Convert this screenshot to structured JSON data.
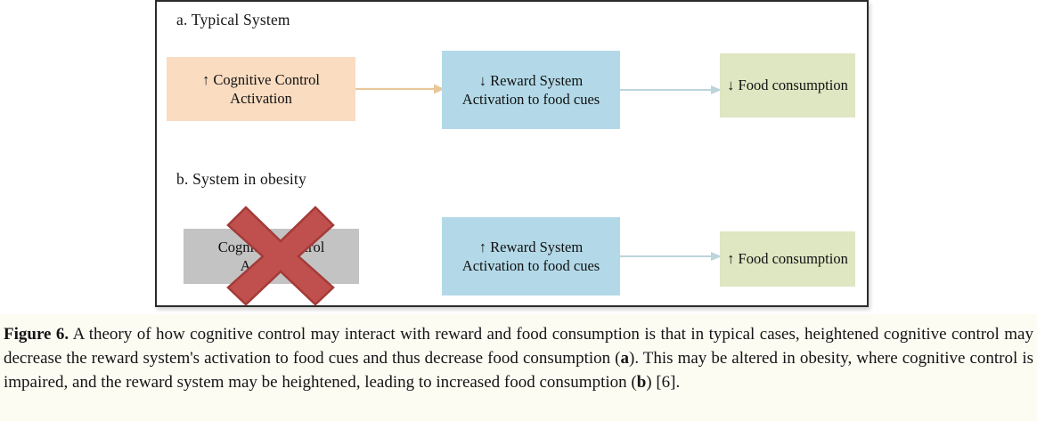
{
  "figure": {
    "label_a": "a. Typical System",
    "label_b": "b. System in obesity",
    "boxes": {
      "cc_typical": "↑ Cognitive Control Activation",
      "reward_typical": "↓ Reward System Activation to food cues",
      "food_typical": "↓ Food consumption",
      "cc_obesity": "Cognitive Control Activation",
      "reward_obesity": "↑ Reward System Activation to food cues",
      "food_obesity": "↑ Food consumption"
    },
    "colors": {
      "orange_box": "#fadcc1",
      "blue_box": "#b3d9e8",
      "green_box": "#dee6c2",
      "gray_box": "#c3c3c3",
      "x_mark_red": "#c0504d",
      "x_mark_outline": "#a33b39",
      "arrow_orange": "#e8c79a",
      "arrow_blue": "#bdd4dc",
      "panel_border": "#2b2b2b"
    },
    "arrows": [
      {
        "name": "typical-cc-to-reward",
        "color": "#e8c79a"
      },
      {
        "name": "typical-reward-to-food",
        "color": "#bdd4dc"
      },
      {
        "name": "obesity-reward-to-food",
        "color": "#bdd4dc"
      }
    ],
    "x_mark": {
      "name": "red-x-over-cognitive-control",
      "meaning": "cognitive control impaired"
    }
  },
  "caption": {
    "figure_number": "Figure 6.",
    "part_1": " A theory of how cognitive control may interact with reward and food consumption is that in typical cases, heightened cognitive control may decrease the reward system's activation to food cues and thus decrease food consumption (",
    "marker_a": "a",
    "part_2": "). This may be altered in obesity, where cognitive control is impaired, and the reward system may be heightened, leading to increased food consumption (",
    "marker_b": "b",
    "part_3": ") [6].",
    "full_text": "Figure 6. A theory of how cognitive control may interact with reward and food consumption is that in typical cases, heightened cognitive control may decrease the reward system's activation to food cues and thus decrease food consumption (a). This may be altered in obesity, where cognitive control is impaired, and the reward system may be heightened, leading to increased food consumption (b) [6]."
  }
}
